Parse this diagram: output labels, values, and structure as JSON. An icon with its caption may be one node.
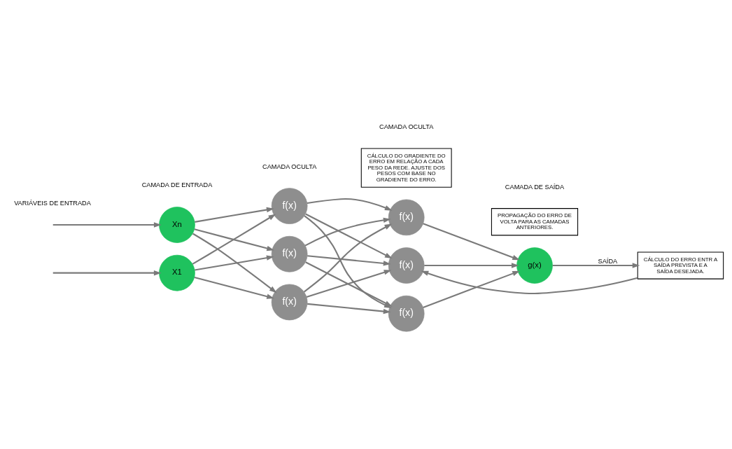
{
  "diagram": {
    "nodes": [
      {
        "text": [
          "X1"
        ]
      },
      {
        "text": [
          "Xn"
        ]
      },
      {
        "text": [
          "f(x)"
        ]
      },
      {
        "text": [
          "f(x)"
        ]
      },
      {
        "text": [
          "f(x)"
        ]
      },
      {
        "text": [
          "f(x)"
        ]
      },
      {
        "text": [
          "f(x)"
        ]
      },
      {
        "text": [
          "f(x)"
        ]
      },
      {
        "text": [
          "g(x)"
        ]
      },
      {
        "text": [
          "CÁLCULO DO ERRO ENTR A SAÍDA PREVISTA E A SAÍDA DESEJADA."
        ]
      },
      {
        "text": [
          "CÁLCULO DO GRADIENTE DO ERRO EM RELAÇÃO A CADA PESO DA REDE. AJUSTE DOS PESOS COM BASE NO GRADIENTE DO ERRO."
        ]
      },
      {
        "text": [
          "PROPAGAÇÃO DO ERRO DE VOLTA PARA AS CAMADAS ANTERIORES."
        ]
      }
    ],
    "edges": [
      {
        "from": null,
        "to": 0,
        "arrow": "to"
      },
      {
        "from": null,
        "to": 1,
        "arrow": "to"
      },
      {
        "from": 0,
        "to": 2,
        "arrow": "to"
      },
      {
        "from": 0,
        "to": 3,
        "arrow": "to"
      },
      {
        "from": 0,
        "to": 4,
        "arrow": "to"
      },
      {
        "from": 1,
        "to": 2,
        "arrow": "to"
      },
      {
        "from": 1,
        "to": 3,
        "arrow": "to"
      },
      {
        "from": 1,
        "to": 4,
        "arrow": "to"
      },
      {
        "from": 2,
        "to": 5,
        "arrow": "to"
      },
      {
        "from": 2,
        "to": 6,
        "arrow": "to"
      },
      {
        "from": 2,
        "to": 7,
        "arrow": "to"
      },
      {
        "from": 3,
        "to": 5,
        "arrow": "to"
      },
      {
        "from": 3,
        "to": 6,
        "arrow": "to"
      },
      {
        "from": 3,
        "to": 7,
        "arrow": "to"
      },
      {
        "from": 4,
        "to": 5,
        "arrow": "to"
      },
      {
        "from": 4,
        "to": 6,
        "arrow": "to"
      },
      {
        "from": 4,
        "to": 7,
        "arrow": "to"
      },
      {
        "from": 5,
        "to": 8,
        "arrow": "to"
      },
      {
        "from": 6,
        "to": 8,
        "arrow": "to"
      },
      {
        "from": 7,
        "to": 8,
        "arrow": "to"
      },
      {
        "from": 8,
        "to": 9,
        "arrow": "to",
        "label": "SAÍDA"
      },
      {
        "from": 9,
        "to": 5,
        "arrow": "to"
      }
    ],
    "labels": [
      "VARIÁVEIS DE ENTRADA",
      "CAMADA DE ENTRADA",
      "CAMADA OCULTA",
      "CAMADA OCULTA",
      "CAMADA DE SAÍDA"
    ]
  }
}
